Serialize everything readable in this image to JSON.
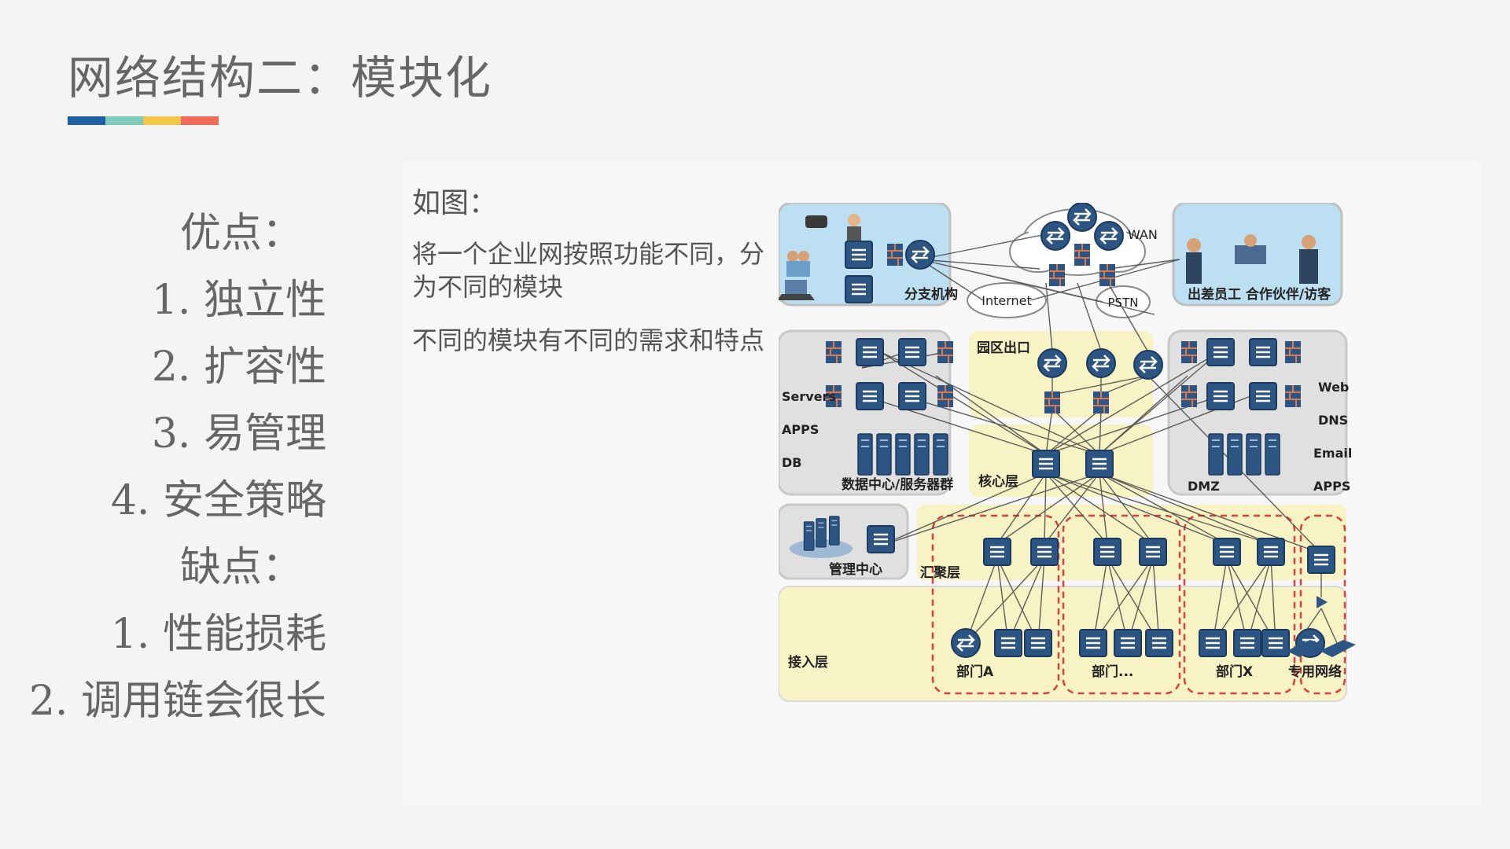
{
  "title": "网络结构二：模块化",
  "accent_colors": [
    "#1f5fa3",
    "#7fcabd",
    "#f2c744",
    "#ef6a5a"
  ],
  "pros_header": "优点：",
  "pros": [
    "1. 独立性",
    "2. 扩容性",
    "3. 易管理",
    "4. 安全策略"
  ],
  "cons_header": "缺点：",
  "cons": [
    "1. 性能损耗",
    "2. 调用链会很长"
  ],
  "panel": {
    "intro": "如图：",
    "paragraphs": [
      "将一个企业网按照功能不同，分为不同的模块",
      "不同的模块有不同的需求和特点"
    ]
  },
  "diagram": {
    "branch_label": "分支机构",
    "wan_label": "WAN",
    "internet_label": "Internet",
    "pstn_label": "PSTN",
    "remote_label": "出差员工 合作伙伴/访客",
    "campus_exit_label": "园区出口",
    "servers_label": "Servers",
    "apps_label": "APPS",
    "db_label": "DB",
    "datacenter_label": "数据中心/服务器群",
    "core_label": "核心层",
    "dmz_web": "Web",
    "dmz_dns": "DNS",
    "dmz_email": "Email",
    "dmz_apps": "APPS",
    "dmz_label": "DMZ",
    "mgmt_label": "管理中心",
    "aggregation_label": "汇聚层",
    "access_label": "接入层",
    "dept_a": "部门A",
    "dept_more": "部门...",
    "dept_x": "部门X",
    "private_net": "专用网络"
  }
}
